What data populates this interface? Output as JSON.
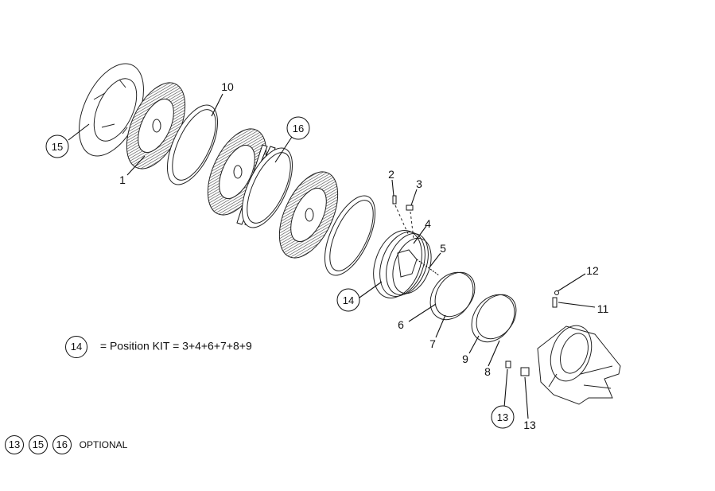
{
  "callouts": {
    "c1": "1",
    "c2": "2",
    "c3": "3",
    "c4": "4",
    "c5": "5",
    "c6": "6",
    "c7": "7",
    "c8": "8",
    "c9": "9",
    "c10": "10",
    "c11": "11",
    "c12": "12",
    "c13a": "13",
    "c13b": "13",
    "c14": "14",
    "c15": "15",
    "c16": "16"
  },
  "legend_kit": {
    "circled": "14",
    "text": "= Position KIT = 3+4+6+7+8+9"
  },
  "legend_optional": {
    "items": [
      "13",
      "15",
      "16"
    ],
    "text": "OPTIONAL"
  },
  "icons": [
    "friction-disc-icon",
    "steel-disc-icon",
    "piston-housing-icon",
    "seal-ring-icon",
    "axle-housing-icon"
  ],
  "colors": {
    "line": "#111111",
    "background": "#ffffff"
  }
}
